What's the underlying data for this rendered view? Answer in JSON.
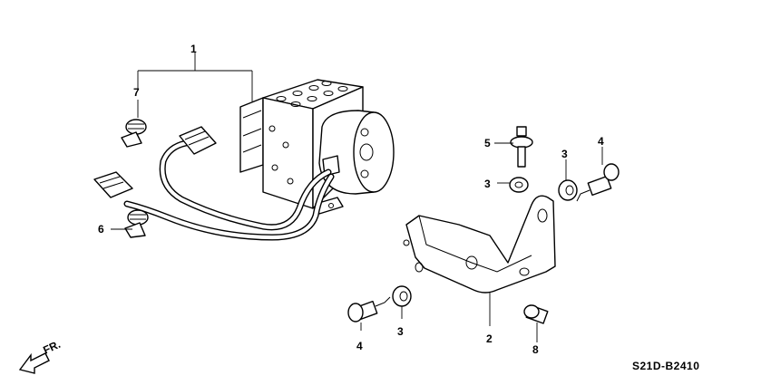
{
  "diagram_code": "S21D-B2410",
  "direction_label": "FR.",
  "callouts": [
    {
      "id": "c1",
      "label": "1"
    },
    {
      "id": "c2",
      "label": "2"
    },
    {
      "id": "c3a",
      "label": "3"
    },
    {
      "id": "c3b",
      "label": "3"
    },
    {
      "id": "c3c",
      "label": "3"
    },
    {
      "id": "c4a",
      "label": "4"
    },
    {
      "id": "c4b",
      "label": "4"
    },
    {
      "id": "c5",
      "label": "5"
    },
    {
      "id": "c6",
      "label": "6"
    },
    {
      "id": "c7",
      "label": "7"
    },
    {
      "id": "c8",
      "label": "8"
    }
  ]
}
